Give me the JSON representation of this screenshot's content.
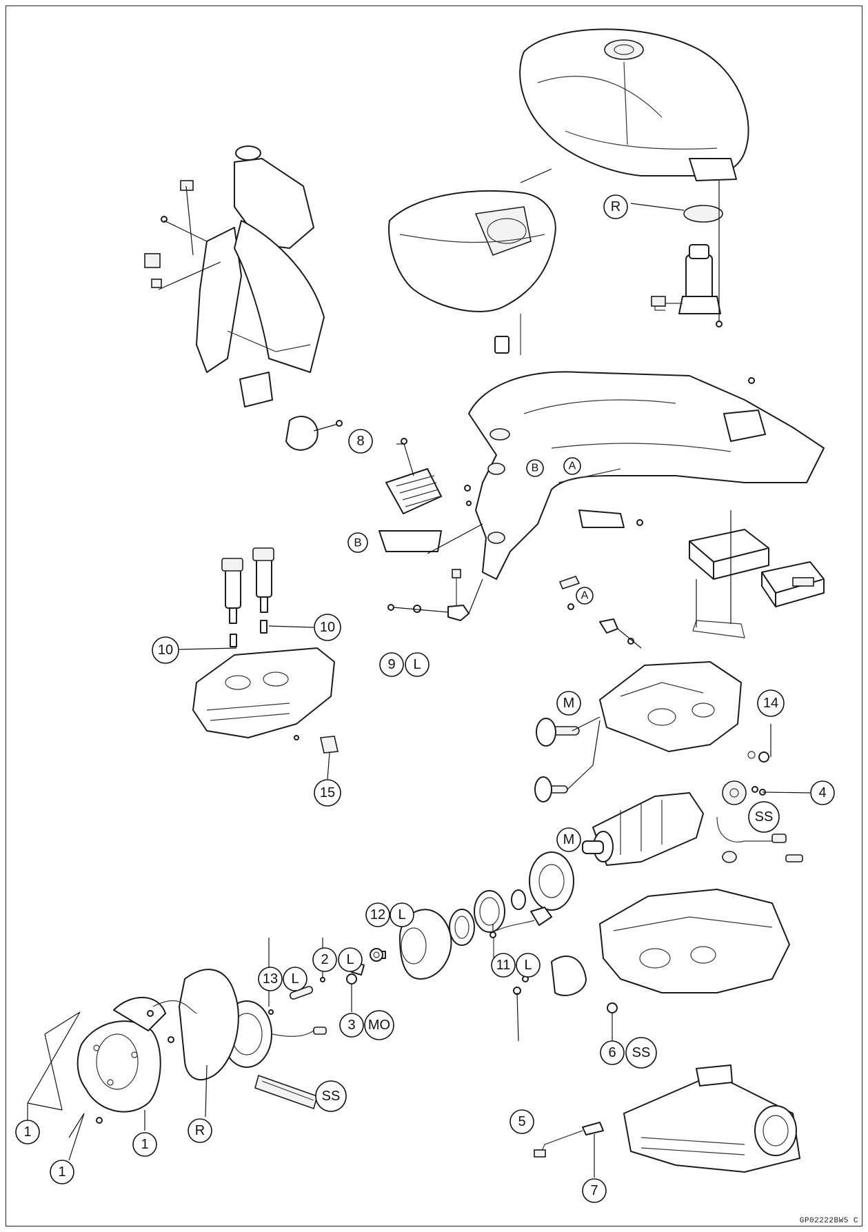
{
  "diagram": {
    "figure_code": "GP02222BW5  C",
    "callouts": {
      "c1a": "1",
      "c1b": "1",
      "c1c": "1",
      "c2": "2",
      "c2L": "L",
      "c3": "3",
      "c3MO": "MO",
      "c4": "4",
      "c5": "5",
      "c6": "6",
      "c6SS": "SS",
      "c7": "7",
      "c8": "8",
      "c9": "9",
      "c9L": "L",
      "c10a": "10",
      "c10b": "10",
      "c11": "11",
      "c11L": "L",
      "c12": "12",
      "c12L": "L",
      "c13": "13",
      "c13L": "L",
      "c14": "14",
      "c15": "15",
      "cM1": "M",
      "cM2": "M",
      "cR1": "R",
      "cR2": "R",
      "cSS1": "SS",
      "cSS2": "SS",
      "cA1": "A",
      "cA2": "A",
      "cB1": "B",
      "cB2": "B"
    }
  }
}
